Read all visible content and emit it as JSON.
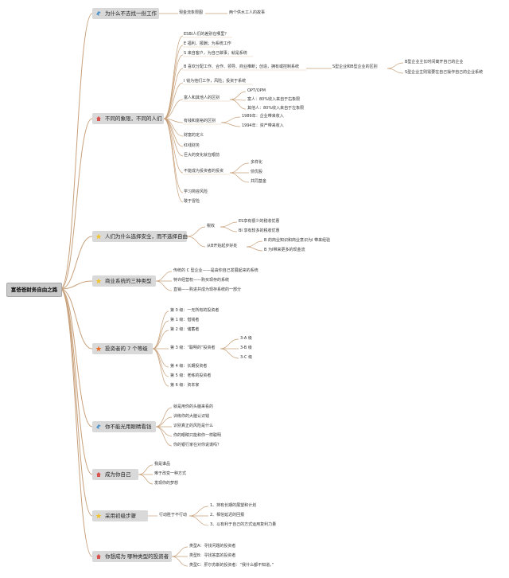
{
  "root": "富爸爸财务自由之路",
  "branches": {
    "why_not_job": "为什么不去找一份工作",
    "diff_quadrant": "不同的象限，不同的人们",
    "safety_freedom": "人们为什么选择安全，而不选择自由",
    "three_systems": "商业系统的三种类型",
    "investor_levels": "投资者的 7 个等级",
    "eyes_money": "你不能光用眼睛看钱",
    "be_yourself": "成为你自己",
    "small_steps": "采用初级步骤",
    "investor_type": "你想成为 哪种类型的投资者"
  },
  "why_not_job": {
    "a": "現金流象限图",
    "b": "两个供水工人的故事"
  },
  "quadrant": {
    "q1": "ESBI人们的差别在哪里？",
    "q2": "E 福利、报酬；为系统工作",
    "q3": "S 来自客户，为自己做事；就是系统",
    "q4": "B 喜欢分配工作、合作、领导、商业推断；创造，拥有或控制系统",
    "q4a": "S型企业和B型企业的区别",
    "q4b": "B型企业主长时间离开自己的企业",
    "q4c": "S型企业主则需要在自己操作自己的企业系统",
    "q5": "I 钱为他们工作，风险；投资于系统",
    "q6": "富人和其他人的区别",
    "q6a": "OPT/OPM",
    "q6b": "富人：80%收入来自于右象限",
    "q6c": "其他人：80%收入来自于左象限",
    "q7": "有钱和富裕的区别",
    "q7a": "1989年：企业带来收入",
    "q7b": "1994年：资产带来收入",
    "q8": "财富的定义",
    "q9": "红线财务",
    "q10": "巨大的变化就在眼前",
    "q11": "不能成为投资者的投资",
    "q11a": "多样化",
    "q11b": "债优股",
    "q11c": "共同基金",
    "q12": "学习简容风险",
    "q13": "敢于冒险"
  },
  "safety": {
    "tax": "税收",
    "tax_a": "ES享有很少的税收优惠",
    "tax_b": "BI 享有较多的税收优惠",
    "start": "从B开始起步好处",
    "start_a": "B 的商业知识和商业意识为I 带来经验",
    "start_b": "B 为I带来更多的现金流"
  },
  "systems": {
    "a": "传统的 C 型企业——是由你自己发展起来的系统",
    "b": "特许经营权——购买现存的系统",
    "c": "直销——购进并成为现存系统的一部分"
  },
  "levels": {
    "l0": "第 0 级：一无所有的投资者",
    "l1": "第 1 级：借钱者",
    "l2": "第 2 级：储蓄者",
    "l3": "第 3 级：“聪明的”投资者",
    "l3a": "3-A 级",
    "l3b": "3-B 级",
    "l3c": "3-C 级",
    "l4": "第 4 级：长期投资者",
    "l5": "第 5 级：老练的投资者",
    "l6": "第 6 级：资本家"
  },
  "eyes": {
    "a": "就是用你的头脑来看的",
    "b": "训练你的大脑认识钱",
    "c": "识别真正的风险是什么",
    "d": "你的眼睛只能和你一样聪明",
    "e": "你的银行家在对你说谎吗？"
  },
  "yourself": {
    "a": "我是谁品",
    "b": "难于改变一种方式",
    "c": "发现你的梦想"
  },
  "steps": {
    "label": "行动胜于不行动",
    "a": "1、持有长期的展望和计划",
    "b": "2、相信延迟的回报",
    "c": "3、以有利于自己的方式运用复利力量"
  },
  "investor_type": {
    "a": "类型A：寻找问题的投资者",
    "b": "类型B：寻找答案的投资者",
    "c": "类型C：肝尔苏斯的投资者：“我什么都不知道。”"
  },
  "colors": {
    "line": "#c8a07a",
    "node": "#d9d9d9",
    "text": "#333333"
  },
  "icons": [
    "blue-bird-icon",
    "house-icon",
    "star-yellow-icon",
    "star-orange-icon",
    "bird-blue-icon",
    "house-icon"
  ]
}
